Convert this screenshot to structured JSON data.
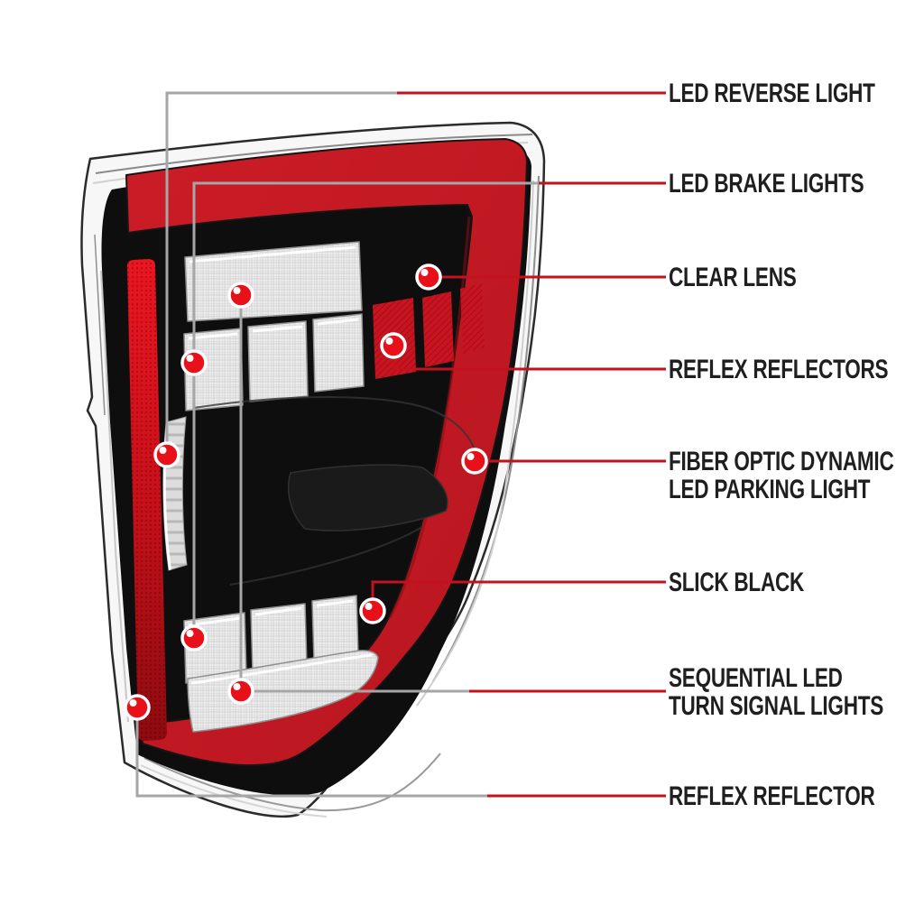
{
  "diagram": {
    "subject": "LED tail light feature diagram",
    "background": "#ffffff"
  },
  "colors": {
    "label_text": "#1f1f1f",
    "leader_line_red": "#c3121d",
    "leader_line_gray": "#a6a6a6",
    "marker_dot_red": "#e8111a",
    "marker_ring_white": "#ffffff",
    "lamp_red_band": "#c51a24",
    "lamp_reflector_red": "#cc1019",
    "lamp_black": "#0e0e0e",
    "lamp_chrome": "#f7f7f7",
    "lens_clear": "#ececec"
  },
  "callouts": [
    {
      "id": "led-reverse-light",
      "line1": "LED REVERSE LIGHT",
      "line2": ""
    },
    {
      "id": "led-brake-lights",
      "line1": "LED BRAKE LIGHTS",
      "line2": ""
    },
    {
      "id": "clear-lens",
      "line1": "CLEAR LENS",
      "line2": ""
    },
    {
      "id": "reflex-reflectors",
      "line1": "REFLEX REFLECTORS",
      "line2": ""
    },
    {
      "id": "fiber-optic-parking",
      "line1": "FIBER OPTIC DYNAMIC",
      "line2": "LED PARKING LIGHT"
    },
    {
      "id": "slick-black",
      "line1": "SLICK BLACK",
      "line2": ""
    },
    {
      "id": "sequential-turn",
      "line1": "SEQUENTIAL LED",
      "line2": "TURN SIGNAL LIGHTS"
    },
    {
      "id": "reflex-reflector",
      "line1": "REFLEX REFLECTOR",
      "line2": ""
    }
  ]
}
